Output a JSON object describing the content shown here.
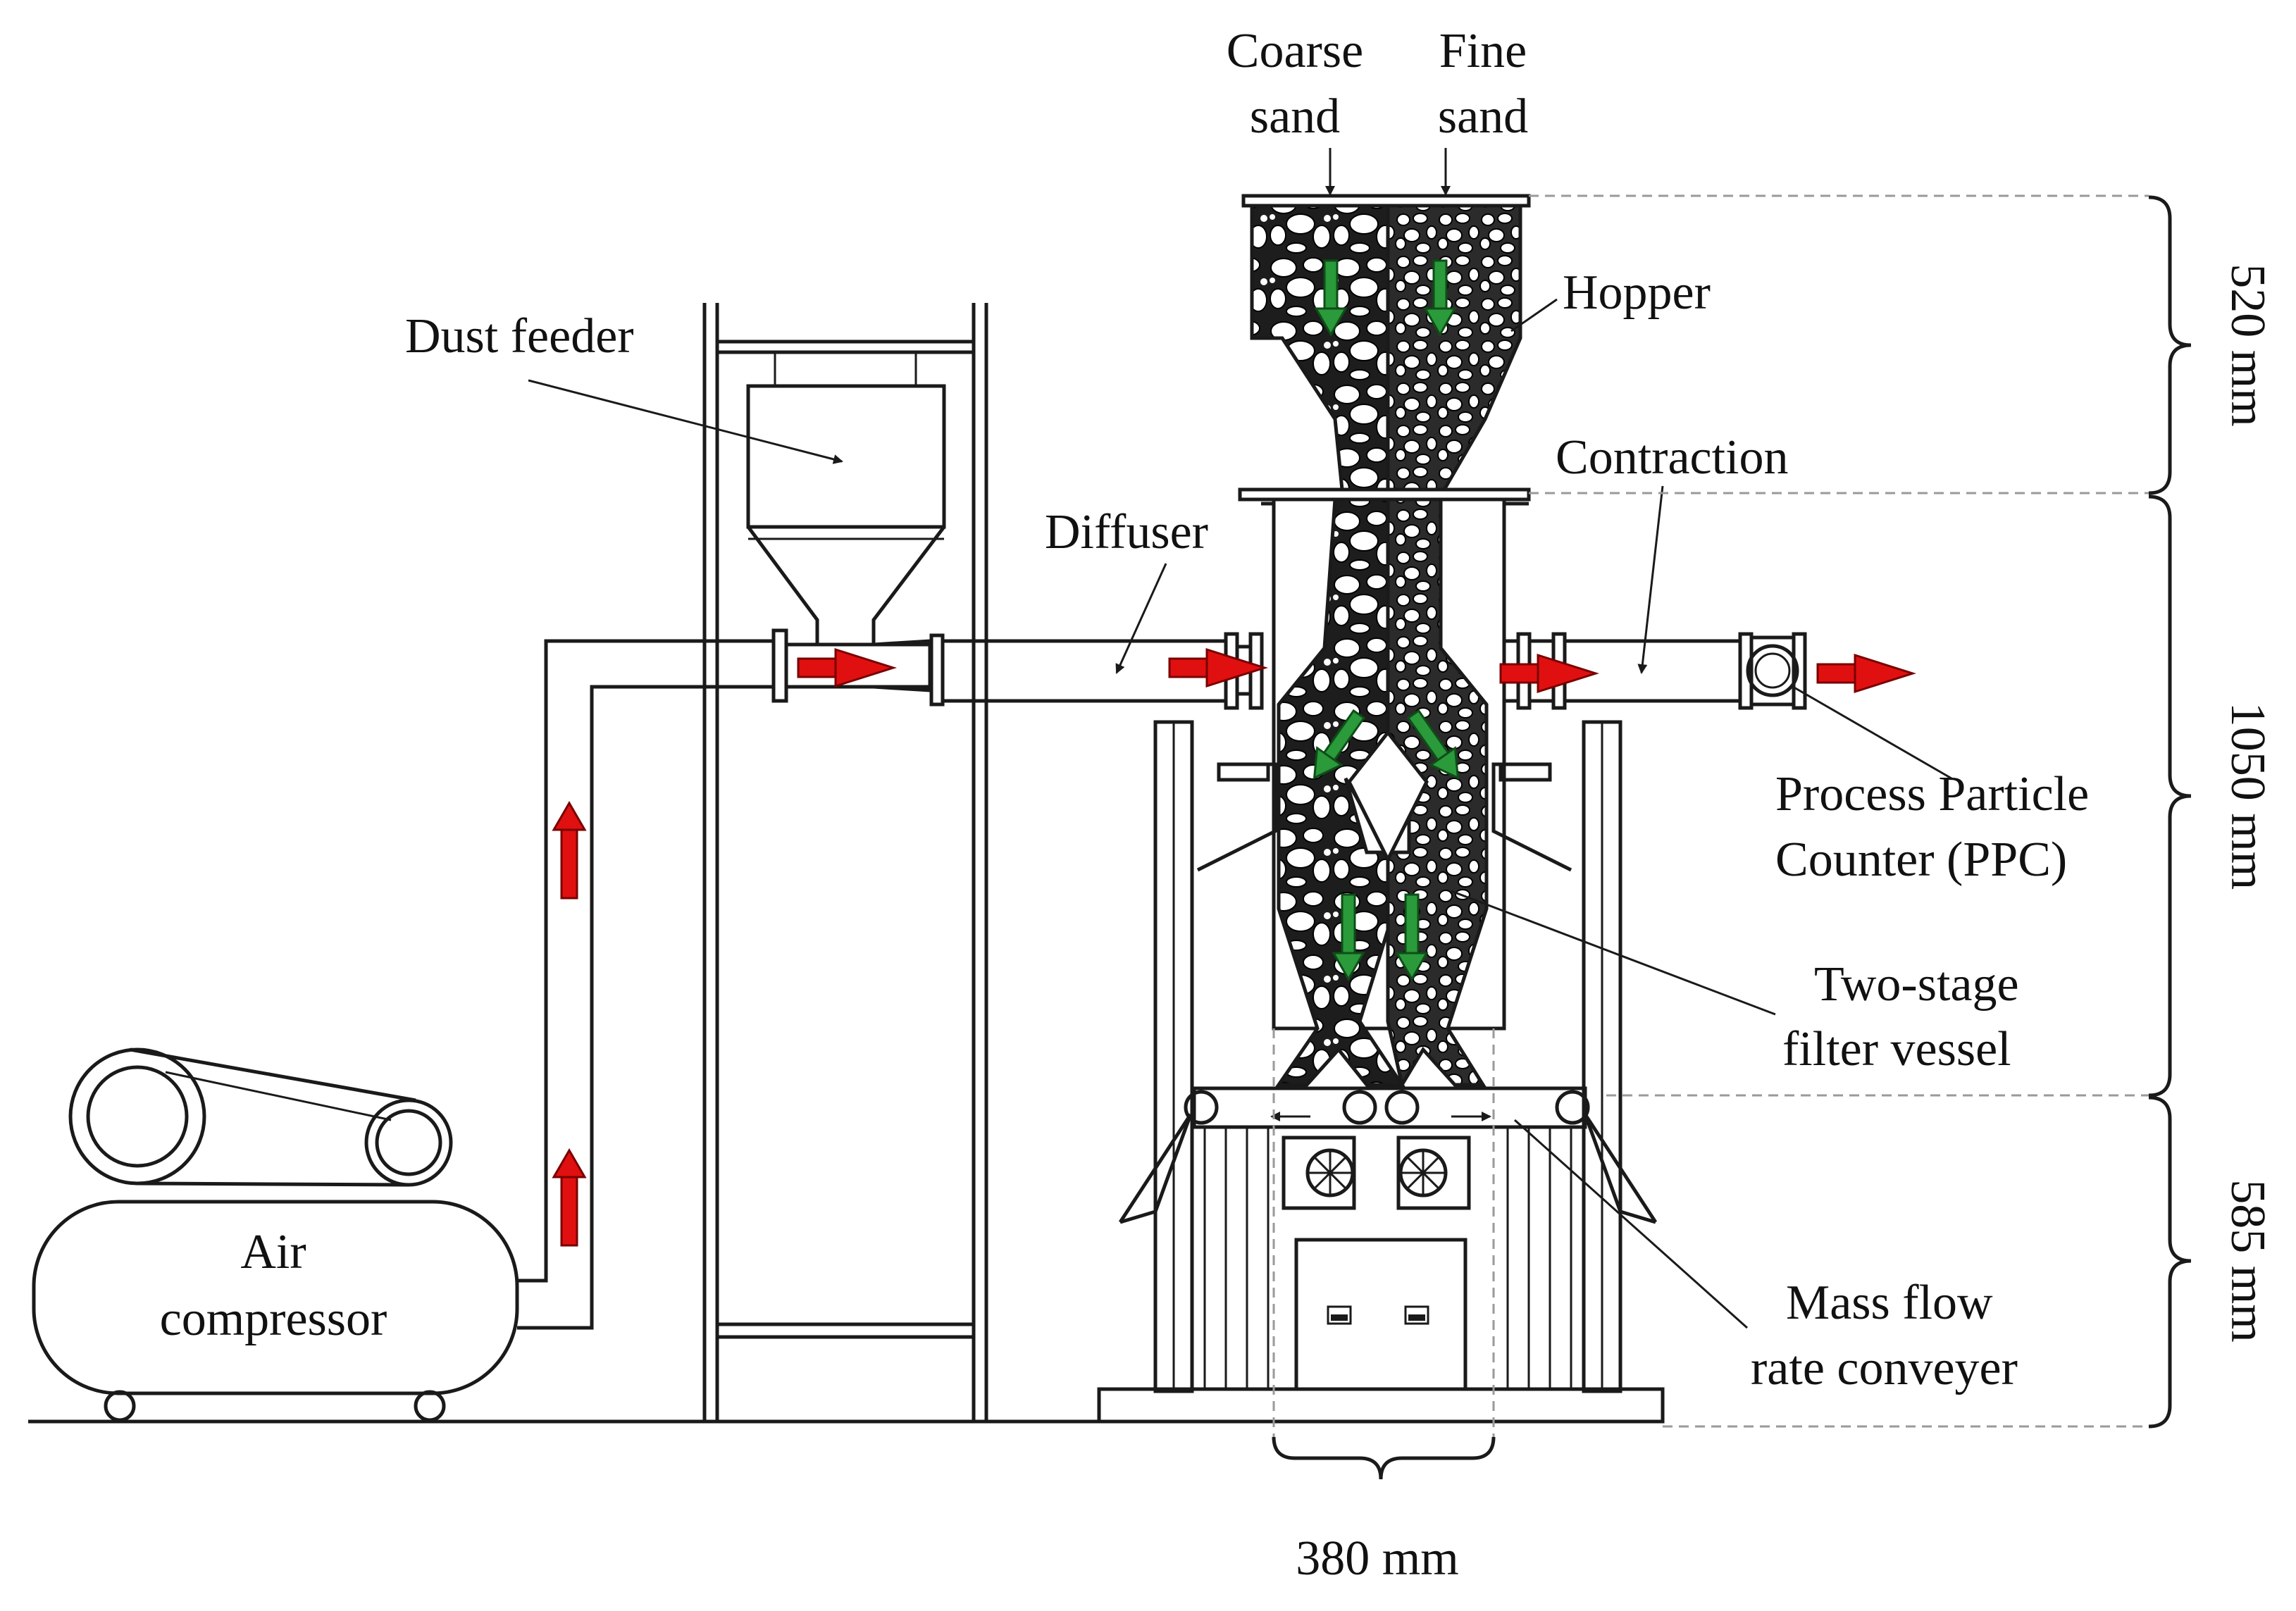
{
  "labels": {
    "coarse_sand": [
      "Coarse",
      "sand"
    ],
    "fine_sand": [
      "Fine",
      "sand"
    ],
    "hopper": "Hopper",
    "dust_feeder": "Dust feeder",
    "diffuser": "Diffuser",
    "contraction": "Contraction",
    "ppc": [
      "Process Particle",
      "Counter (PPC)"
    ],
    "filter_vessel": [
      "Two-stage",
      "filter vessel"
    ],
    "air_compressor": [
      "Air",
      "compressor"
    ],
    "conveyer": [
      "Mass flow",
      "rate conveyer"
    ]
  },
  "dimensions": {
    "hopper_height": "520 mm",
    "vessel_height": "1050 mm",
    "conveyer_height": "585 mm",
    "width": "380 mm"
  },
  "colors": {
    "air_flow_arrow": "#e01010",
    "sand_flow_arrow": "#2a9a3a",
    "coarse_media": "#1d1d1d",
    "fine_media": "#2b2b2b"
  }
}
